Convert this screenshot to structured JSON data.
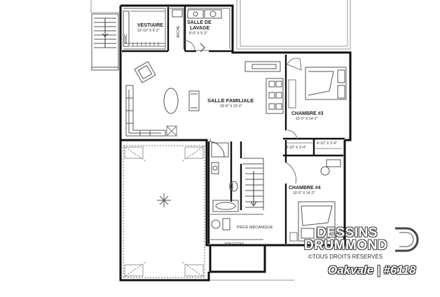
{
  "rooms": {
    "vestiaire": {
      "name": "VESTIAIRE",
      "dims": "10'-10\" X 9'-2\""
    },
    "salle_lavage": {
      "name_line1": "SALLE DE",
      "name_line2": "LAVAGE",
      "dims": "8'-0\" X 9'-2\""
    },
    "salle_familiale": {
      "name": "SALLE FAMILIALE",
      "dims": "29'-8\" X 15'-6\""
    },
    "chambre3": {
      "name": "CHAMBRE #3",
      "dims": "10'-0\" X 14'-2\""
    },
    "chambre4": {
      "name": "CHAMBRE #4",
      "dims": "10'-0\" X 14'-2\""
    },
    "closet_left": {
      "dims": "4'-10\" X 3'-4\""
    },
    "closet_right": {
      "dims": "4'-10\" X 3'-4\""
    },
    "piece_mecanique": {
      "name": "PIÈCE MÉCANIQUE"
    },
    "tablettes": {
      "name": "TABLETTES"
    }
  },
  "labels": {
    "banc": "BANC",
    "arche": "ARCHE"
  },
  "brand": {
    "line1": "DESSINS",
    "line2": "DRUMMOND",
    "rights": "©TOUS DROITS RÉSERVÉS",
    "plan_name": "Oakvale | #6118"
  },
  "colors": {
    "wall": "#111111",
    "line": "#555555",
    "light_line": "#999999"
  }
}
